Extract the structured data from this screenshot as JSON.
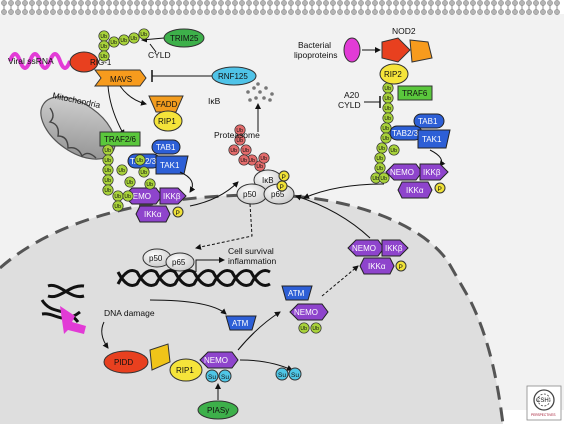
{
  "labels": {
    "viral_ssrna": "Viral ssRNA",
    "rig1": "RIG-1",
    "mavs": "MAVS",
    "cyld_top": "CYLD",
    "trim25": "TRIM25",
    "rnf125": "RNF125",
    "mitochondria": "Mitochondria",
    "fadd": "FADD",
    "rip1": "RIP1",
    "traf26": "TRAF2/6",
    "tab1": "TAB1",
    "tab23": "TAB2/3",
    "tak1": "TAK1",
    "nemo": "NEMO",
    "ikkb": "IKKβ",
    "ikka": "IKKα",
    "proteasome": "Proteasome",
    "ikb": "IκB",
    "ikb_free": "IκB",
    "p50": "p50",
    "p65": "p65",
    "bacterial_lipoproteins": "Bacterial\nlipoproteins",
    "nod2": "NOD2",
    "rip2": "RIP2",
    "a20_cyld": "A20\nCYLD",
    "traf6": "TRAF6",
    "cell_survival": "Cell survival\ninflammation",
    "dna_damage": "DNA damage",
    "atm": "ATM",
    "pidd": "PIDD",
    "su": "Su",
    "piasy": "PIASy",
    "ub": "Ub",
    "p": "P",
    "logo": "CSH PERSPECTIVES"
  },
  "colors": {
    "membrane": "#9a9a9a",
    "ub_green": "#a8d23a",
    "ub_red": "#e36b6b",
    "trim25_green": "#3db04a",
    "rnf125_cyan": "#4fc3e8",
    "mavs_orange": "#f79b1d",
    "rig1_red": "#e8401f",
    "fadd_orange": "#f39c1e",
    "rip_yellow": "#f5e43a",
    "traf_green": "#5ac73c",
    "tab_blue": "#2d5fd6",
    "nemo_purple": "#8e44cc",
    "nucleus_gray": "#dcdcdc",
    "su_cyan": "#4fc6e6",
    "p_yellow": "#f0e238",
    "magenta": "#e23bd6"
  }
}
